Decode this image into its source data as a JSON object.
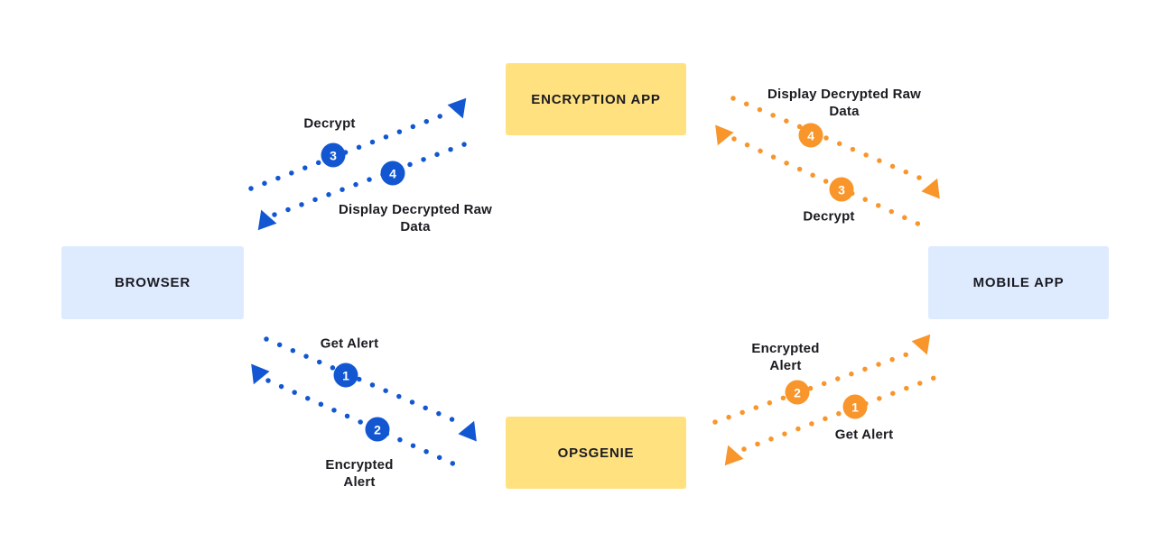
{
  "colors": {
    "blue": "#1257D1",
    "orange": "#F8952B",
    "yellow_node": "#FFE180",
    "light_blue_node": "#DEEBFF",
    "text": "#1B1B22",
    "background": "#FFFFFF"
  },
  "icons": {
    "arrow_down": "triangle-down",
    "arrow_up": "triangle-up"
  },
  "nodes": {
    "encryption_app": {
      "label": "ENCRYPTION APP"
    },
    "browser": {
      "label": "BROWSER"
    },
    "mobile_app": {
      "label": "MOBILE APP"
    },
    "opsgenie": {
      "label": "OPSGENIE"
    }
  },
  "flows": {
    "browser_side": {
      "get_alert": {
        "num": "1",
        "label": "Get Alert"
      },
      "encrypted_alert": {
        "num": "2",
        "label": "Encrypted Alert"
      },
      "decrypt": {
        "num": "3",
        "label": "Decrypt"
      },
      "display_decrypted": {
        "num": "4",
        "label": "Display Decrypted Raw Data"
      }
    },
    "mobile_side": {
      "get_alert": {
        "num": "1",
        "label": "Get Alert"
      },
      "encrypted_alert": {
        "num": "2",
        "label": "Encrypted Alert"
      },
      "decrypt": {
        "num": "3",
        "label": "Decrypt"
      },
      "display_decrypted": {
        "num": "4",
        "label": "Display Decrypted Raw Data"
      }
    }
  }
}
